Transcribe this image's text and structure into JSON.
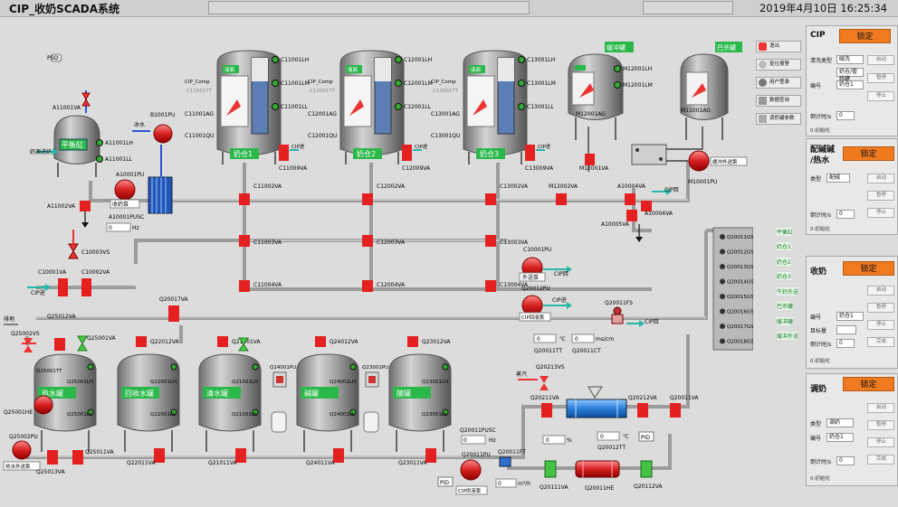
{
  "window": {
    "title": "CIP_收奶SCADA系统",
    "datetime": "2019年4月10日 16:25:34"
  },
  "right_buttons": [
    "退出",
    "复位报警",
    "用户登录",
    "数据查询",
    "调奶罐参数"
  ],
  "tanks": {
    "pingheng": "平衡缸",
    "milk1": "奶仓1",
    "milk2": "奶仓2",
    "milk3": "奶仓3",
    "huanchong": "缓冲罐",
    "basha": "巴杀罐",
    "hot": "热水罐",
    "recycle": "回收水罐",
    "clean": "清水罐",
    "alkali": "碱罐",
    "acid": "酸罐"
  },
  "status_tag": "液面",
  "labels": {
    "pso": "PSO",
    "bingshui": "冰水",
    "naiyuan": "奶源进奶",
    "huancong_out": "缓冲外送泵",
    "cipjin": "CIP进",
    "cipback": "CIP回",
    "paizhu": "排地",
    "steam": "蒸汽",
    "cip_return_pump": "CIP回液泵",
    "outpump": "外送泵",
    "supply_pump": "CIP供液泵",
    "hot_out_pump": "热水外送泵",
    "naibeng": "收奶泵",
    "pid": "PID"
  },
  "units": {
    "hz": "Hz",
    "c": "℃",
    "mscm": "ms/cm",
    "pct": "%",
    "m3h": "m³/h"
  },
  "values": {
    "zero": "0"
  },
  "tags": {
    "A11001VA": "A11001VA",
    "A11001LH": "A11001LH",
    "A11001LL": "A11001LL",
    "A11002VA": "A11002VA",
    "A10001PU": "A10001PU",
    "A10001PUSC": "A10001PUSC",
    "B1001PU": "B1001PU",
    "C10003VS": "C10003VS",
    "C10001VA": "C10001VA",
    "C10002VA": "C10002VA",
    "C11001LH": "C11001LH",
    "C11001LM": "C11001LM",
    "C11001LL": "C11001LL",
    "C12001LH": "C12001LH",
    "C12001LM": "C12001LM",
    "C12001LL": "C12001LL",
    "C13001LH": "C13001LH",
    "C13001LM": "C13001LM",
    "C13001LL": "C13001LL",
    "C11001AG": "C11001AG",
    "C12001AG": "C12001AG",
    "C13001AG": "C13001AG",
    "C11001QU": "C11001QU",
    "C12001QU": "C12001QU",
    "C13001QU": "C13001QU",
    "C11001TT": "C11001TT",
    "C12001TT": "C12001TT",
    "C13001TT": "C13001TT",
    "CIP_Comp": "CIP_Comp",
    "C11009VA": "C11009VA",
    "C12009VA": "C12009VA",
    "C13009VA": "C13009VA",
    "C11002VA": "C11002VA",
    "C12002VA": "C12002VA",
    "C13002VA": "C13002VA",
    "C11003VA": "C11003VA",
    "C12003VA": "C12003VA",
    "C13003VA": "C13003VA",
    "C11004VA": "C11004VA",
    "C12004VA": "C12004VA",
    "C13004VA": "C13004VA",
    "C10001PU": "C10001PU",
    "Q20012PU": "Q20012PU",
    "M12001VA": "M12001VA",
    "M12002VA": "M12002VA",
    "M12001LH": "M12001LH",
    "M12001LM": "M12001LM",
    "M12001AG": "M12001AG",
    "M11001AG": "M11001AG",
    "M10001PU": "M10001PU",
    "A10004VA": "A10004VA",
    "A10005VA": "A10005VA",
    "A10006VA": "A10006VA",
    "Q20017VA": "Q20017VA",
    "Q25012VA": "Q25012VA",
    "Q25002VS": "Q25002VS",
    "Q25001VA": "Q25001VA",
    "Q22012VA": "Q22012VA",
    "Q21001VA": "Q21001VA",
    "Q24012VA": "Q24012VA",
    "Q23012VA": "Q23012VA",
    "Q25001TT": "Q25001TT",
    "Q25001LH": "Q25001LH",
    "Q25001LL": "Q25001LL",
    "Q25001HE": "Q25001HE",
    "Q22001LH": "Q22001LH",
    "Q22001LL": "Q22001LL",
    "Q21001LH": "Q21001LH",
    "Q21001LL": "Q21001LL",
    "Q24001LH": "Q24001LH",
    "Q24001LL": "Q24001LL",
    "Q23001LH": "Q23001LH",
    "Q23001LL": "Q23001LL",
    "Q24001PU": "Q24001PU",
    "Q23001PU": "Q23001PU",
    "Q25002PU": "Q25002PU",
    "Q25013VA": "Q25013VA",
    "Q25011VA": "Q25011VA",
    "Q22011VA": "Q22011VA",
    "Q21011VA": "Q21011VA",
    "Q24011VA": "Q24011VA",
    "Q23011VA": "Q23011VA",
    "Q20011TT": "Q20011TT",
    "Q20011CT": "Q20011CT",
    "Q20011FS": "Q20011FS",
    "Q20213VS": "Q20213VS",
    "Q20211VA": "Q20211VA",
    "Q20212VA": "Q20212VA",
    "Q20011VA": "Q20011VA",
    "Q20012TT": "Q20012TT",
    "Q20011PUSC": "Q20011PUSC",
    "Q20011PU": "Q20011PU",
    "Q20011FT": "Q20011FT",
    "Q20111VA": "Q20111VA",
    "Q20011HE": "Q20011HE",
    "Q20112VA": "Q20112VA"
  },
  "gs": [
    "Q20011GS",
    "Q20012GS",
    "Q20013GS",
    "Q20014GS",
    "Q20015GS",
    "Q20016GS",
    "Q20017GS",
    "Q20018GS"
  ],
  "gs_labels": [
    "平衡缸",
    "奶仓1",
    "奶仓2",
    "奶仓3",
    "牛奶外送",
    "巴杀罐",
    "缓冲罐",
    "缓冲外送"
  ],
  "panels": {
    "cip": {
      "title": "CIP",
      "lock": "锁定",
      "wash_type_label": "清洗类型",
      "wash_type": "碱洗",
      "route_label": "",
      "route": "奶仓/管线罐",
      "num_label": "编号",
      "num": "奶仓1",
      "timer_label": "倒计时/s",
      "timer": "0",
      "status": "0:初始化"
    },
    "alkali": {
      "title": "配碱碱/热水",
      "title1": "配碱碱",
      "title2": "/热水",
      "lock": "锁定",
      "type_label": "类型",
      "type": "配碱",
      "timer_label": "倒计时/s",
      "timer": "0",
      "status": "0:初始化"
    },
    "receive": {
      "title": "收奶",
      "lock": "锁定",
      "num_label": "编号",
      "num": "奶仓1",
      "target_label": "目标量",
      "target": "",
      "timer_label": "倒计时/s",
      "timer": "0",
      "status": "0:初始化"
    },
    "tiaonai": {
      "title": "调奶",
      "lock": "锁定",
      "type_label": "类型",
      "type": "调奶",
      "num_label": "编号",
      "num": "奶仓1",
      "timer_label": "倒计时/s",
      "timer": "0",
      "status": "0:初始化"
    },
    "btns": {
      "start": "启动",
      "pause": "暂停",
      "stop": "停止",
      "done": "完成"
    }
  }
}
